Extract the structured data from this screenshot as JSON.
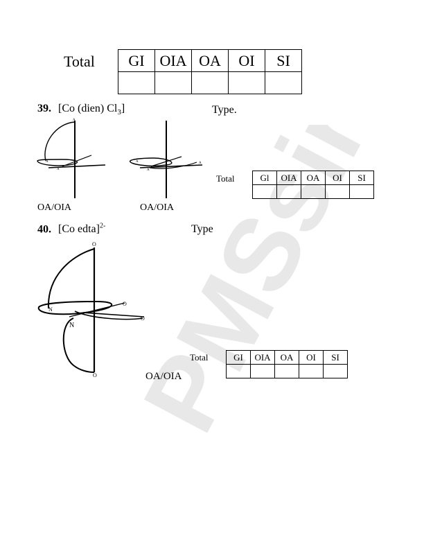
{
  "top_table": {
    "label": "Total",
    "headers": [
      "GI",
      "OIA",
      "OA",
      "OI",
      "SI"
    ]
  },
  "q39": {
    "number": "39.",
    "formula_prefix": "[Co (dien) Cl",
    "formula_sub": "3",
    "formula_suffix": "]",
    "type_label": "Type.",
    "fig_labels": [
      "OA/OIA",
      "OA/OIA"
    ],
    "diagram_letters": {
      "A": "A"
    },
    "table": {
      "label": "Total",
      "headers": [
        "Gl",
        "OIA",
        "OA",
        "OI",
        "SI"
      ]
    }
  },
  "q40": {
    "number": "40.",
    "formula_prefix": "[Co edta]",
    "formula_sup": "2-",
    "type_label": "Type",
    "diagram_letters": {
      "O": "O",
      "N": "N"
    },
    "fig_label": "OA/OIA",
    "table": {
      "label": "Total",
      "headers": [
        "GI",
        "OIA",
        "OA",
        "OI",
        "SI"
      ]
    }
  },
  "watermark": {
    "text": "PMSsir",
    "color": "#e6e6e6"
  }
}
